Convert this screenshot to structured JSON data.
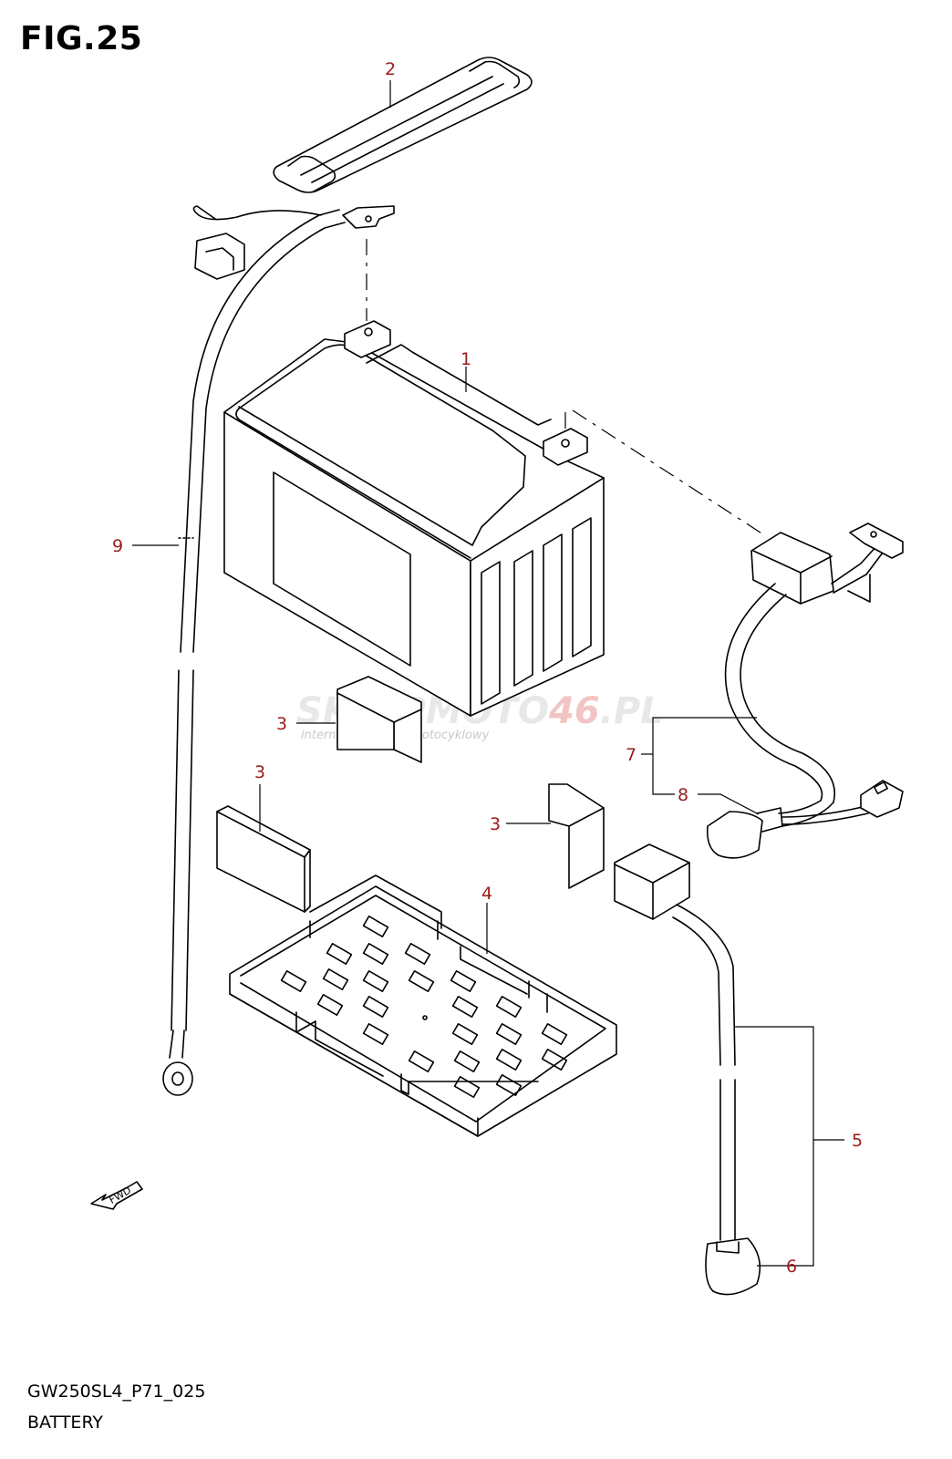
{
  "figure": {
    "title": "FIG.25",
    "code": "GW250SL4_P71_025",
    "name": "BATTERY"
  },
  "callouts": [
    "1",
    "2",
    "3",
    "3",
    "3",
    "4",
    "5",
    "6",
    "7",
    "8",
    "9"
  ],
  "direction_marker": "FWD",
  "watermark": {
    "brand_part1": "SKLEPMOTO",
    "brand_part2": "46",
    "brand_part3": ".PL",
    "tagline": "internetowy sklep motocyklowy"
  }
}
